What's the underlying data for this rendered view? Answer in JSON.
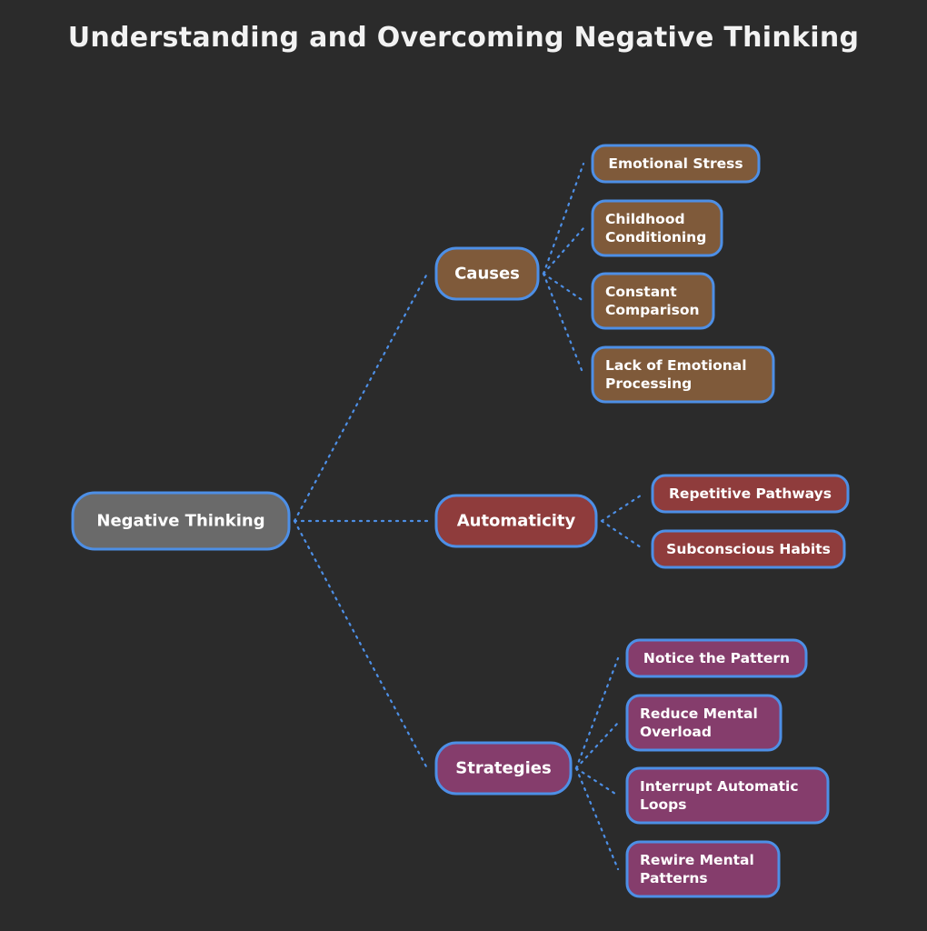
{
  "title": "Understanding and Overcoming Negative Thinking",
  "colors": {
    "root": "#6a6a6a",
    "causes": "#7f5a3a",
    "automaticity": "#8f3c3c",
    "strategies": "#853d6c",
    "border": "#4d8fe6",
    "edge": "#4d8fe6",
    "background": "#2b2b2b"
  },
  "root": {
    "label": [
      "Negative Thinking"
    ]
  },
  "branches": [
    {
      "id": "causes",
      "label": [
        "Causes"
      ],
      "children": [
        {
          "label": [
            "Emotional Stress"
          ]
        },
        {
          "label": [
            "Childhood",
            "Conditioning"
          ]
        },
        {
          "label": [
            "Constant",
            "Comparison"
          ]
        },
        {
          "label": [
            "Lack of Emotional",
            "Processing"
          ]
        }
      ]
    },
    {
      "id": "automaticity",
      "label": [
        "Automaticity"
      ],
      "children": [
        {
          "label": [
            "Repetitive Pathways"
          ]
        },
        {
          "label": [
            "Subconscious Habits"
          ]
        }
      ]
    },
    {
      "id": "strategies",
      "label": [
        "Strategies"
      ],
      "children": [
        {
          "label": [
            "Notice the Pattern"
          ]
        },
        {
          "label": [
            "Reduce Mental",
            "Overload"
          ]
        },
        {
          "label": [
            "Interrupt Automatic",
            "Loops"
          ]
        },
        {
          "label": [
            "Rewire Mental",
            "Patterns"
          ]
        }
      ]
    }
  ]
}
